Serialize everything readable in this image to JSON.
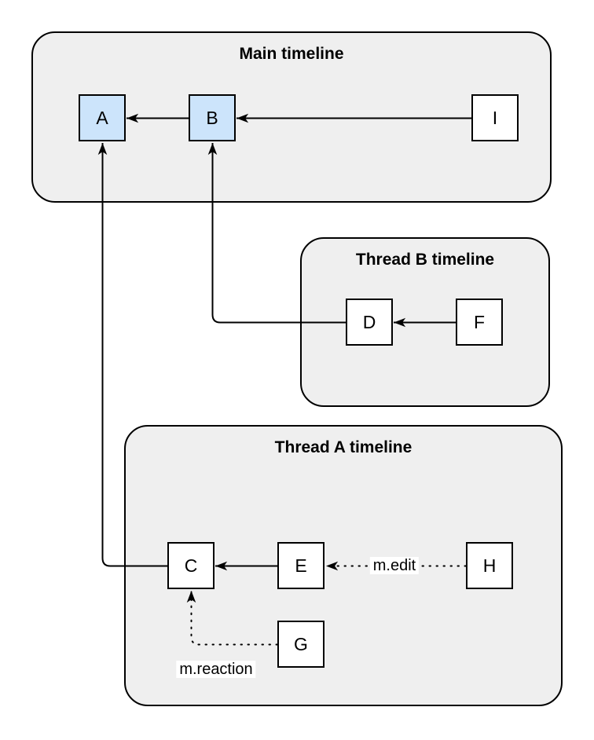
{
  "diagram": {
    "type": "graph",
    "groups": [
      {
        "id": "main",
        "label": "Main timeline"
      },
      {
        "id": "thread_b",
        "label": "Thread B timeline"
      },
      {
        "id": "thread_a",
        "label": "Thread A timeline"
      }
    ],
    "nodes": [
      {
        "id": "A",
        "label": "A",
        "group": "main",
        "highlighted": true
      },
      {
        "id": "B",
        "label": "B",
        "group": "main",
        "highlighted": true
      },
      {
        "id": "I",
        "label": "I",
        "group": "main",
        "highlighted": false
      },
      {
        "id": "D",
        "label": "D",
        "group": "thread_b",
        "highlighted": false
      },
      {
        "id": "F",
        "label": "F",
        "group": "thread_b",
        "highlighted": false
      },
      {
        "id": "C",
        "label": "C",
        "group": "thread_a",
        "highlighted": false
      },
      {
        "id": "E",
        "label": "E",
        "group": "thread_a",
        "highlighted": false
      },
      {
        "id": "H",
        "label": "H",
        "group": "thread_a",
        "highlighted": false
      },
      {
        "id": "G",
        "label": "G",
        "group": "thread_a",
        "highlighted": false
      }
    ],
    "edges": [
      {
        "from": "B",
        "to": "A",
        "style": "solid",
        "label": ""
      },
      {
        "from": "I",
        "to": "B",
        "style": "solid",
        "label": ""
      },
      {
        "from": "F",
        "to": "D",
        "style": "solid",
        "label": ""
      },
      {
        "from": "D",
        "to": "B",
        "style": "solid",
        "label": ""
      },
      {
        "from": "E",
        "to": "C",
        "style": "solid",
        "label": ""
      },
      {
        "from": "C",
        "to": "A",
        "style": "solid",
        "label": ""
      },
      {
        "from": "H",
        "to": "E",
        "style": "dotted",
        "label": "m.edit"
      },
      {
        "from": "G",
        "to": "C",
        "style": "dotted",
        "label": "m.reaction"
      }
    ],
    "colors": {
      "background": "#ffffff",
      "group_fill": "#efefef",
      "node_fill": "#ffffff",
      "highlight_node_fill": "#cce4fb",
      "stroke": "#000000"
    }
  }
}
